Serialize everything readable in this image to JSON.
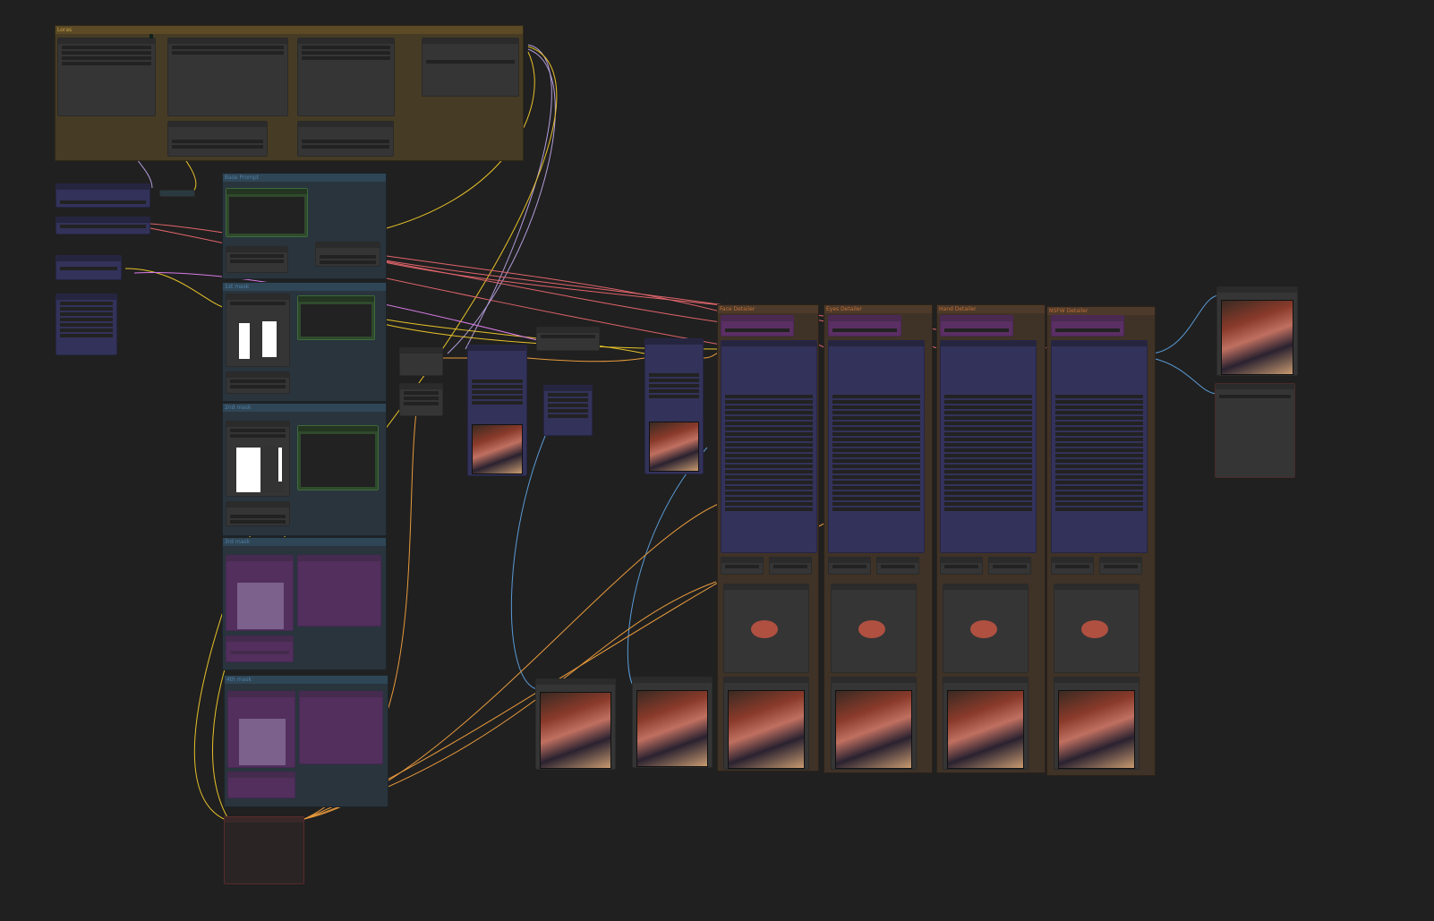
{
  "groups": {
    "loras": "Loras",
    "base_prompt": "Base Prompt",
    "mask1": "1st mask",
    "mask2": "2nd mask",
    "mask3": "3rd mask",
    "mask4": "4th mask",
    "face": "Face Detailer",
    "eyes": "Eyes Detailer",
    "hand": "Hand Detailer",
    "nsfw": "NSFW Detailer"
  },
  "colors": {
    "wire_clip": "#b39ddb",
    "wire_model": "#e6c229",
    "wire_cond": "#e0646a",
    "wire_image": "#5a9ad6",
    "wire_latent": "#e89a3c"
  }
}
